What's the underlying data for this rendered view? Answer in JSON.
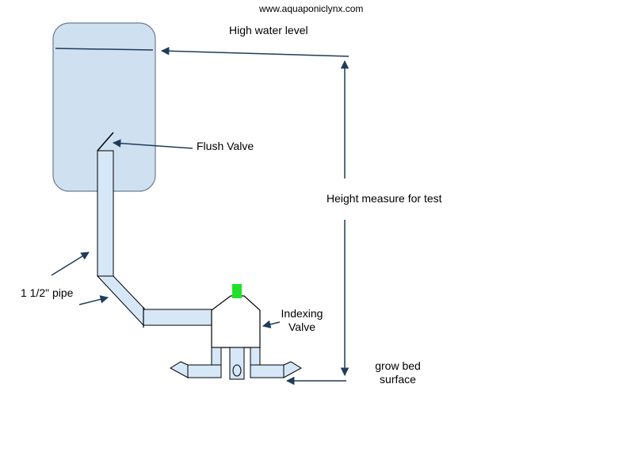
{
  "watermark": "www.aquaponiclynx.com",
  "labels": {
    "high_water_level": "High water level",
    "flush_valve": "Flush Valve",
    "height_measure": "Height measure for test",
    "pipe": "1 1/2\" pipe",
    "indexing_valve_line1": "Indexing",
    "indexing_valve_line2": "Valve",
    "grow_bed_line1": "grow bed",
    "grow_bed_line2": "surface"
  },
  "colors": {
    "tank_fill": "#cfe0f1",
    "tank_stroke": "#6b7d90",
    "pipe_fill": "#d6e7f7",
    "outline": "#000000",
    "arrow": "#1f3c5a",
    "indicator": "#22e02a"
  }
}
